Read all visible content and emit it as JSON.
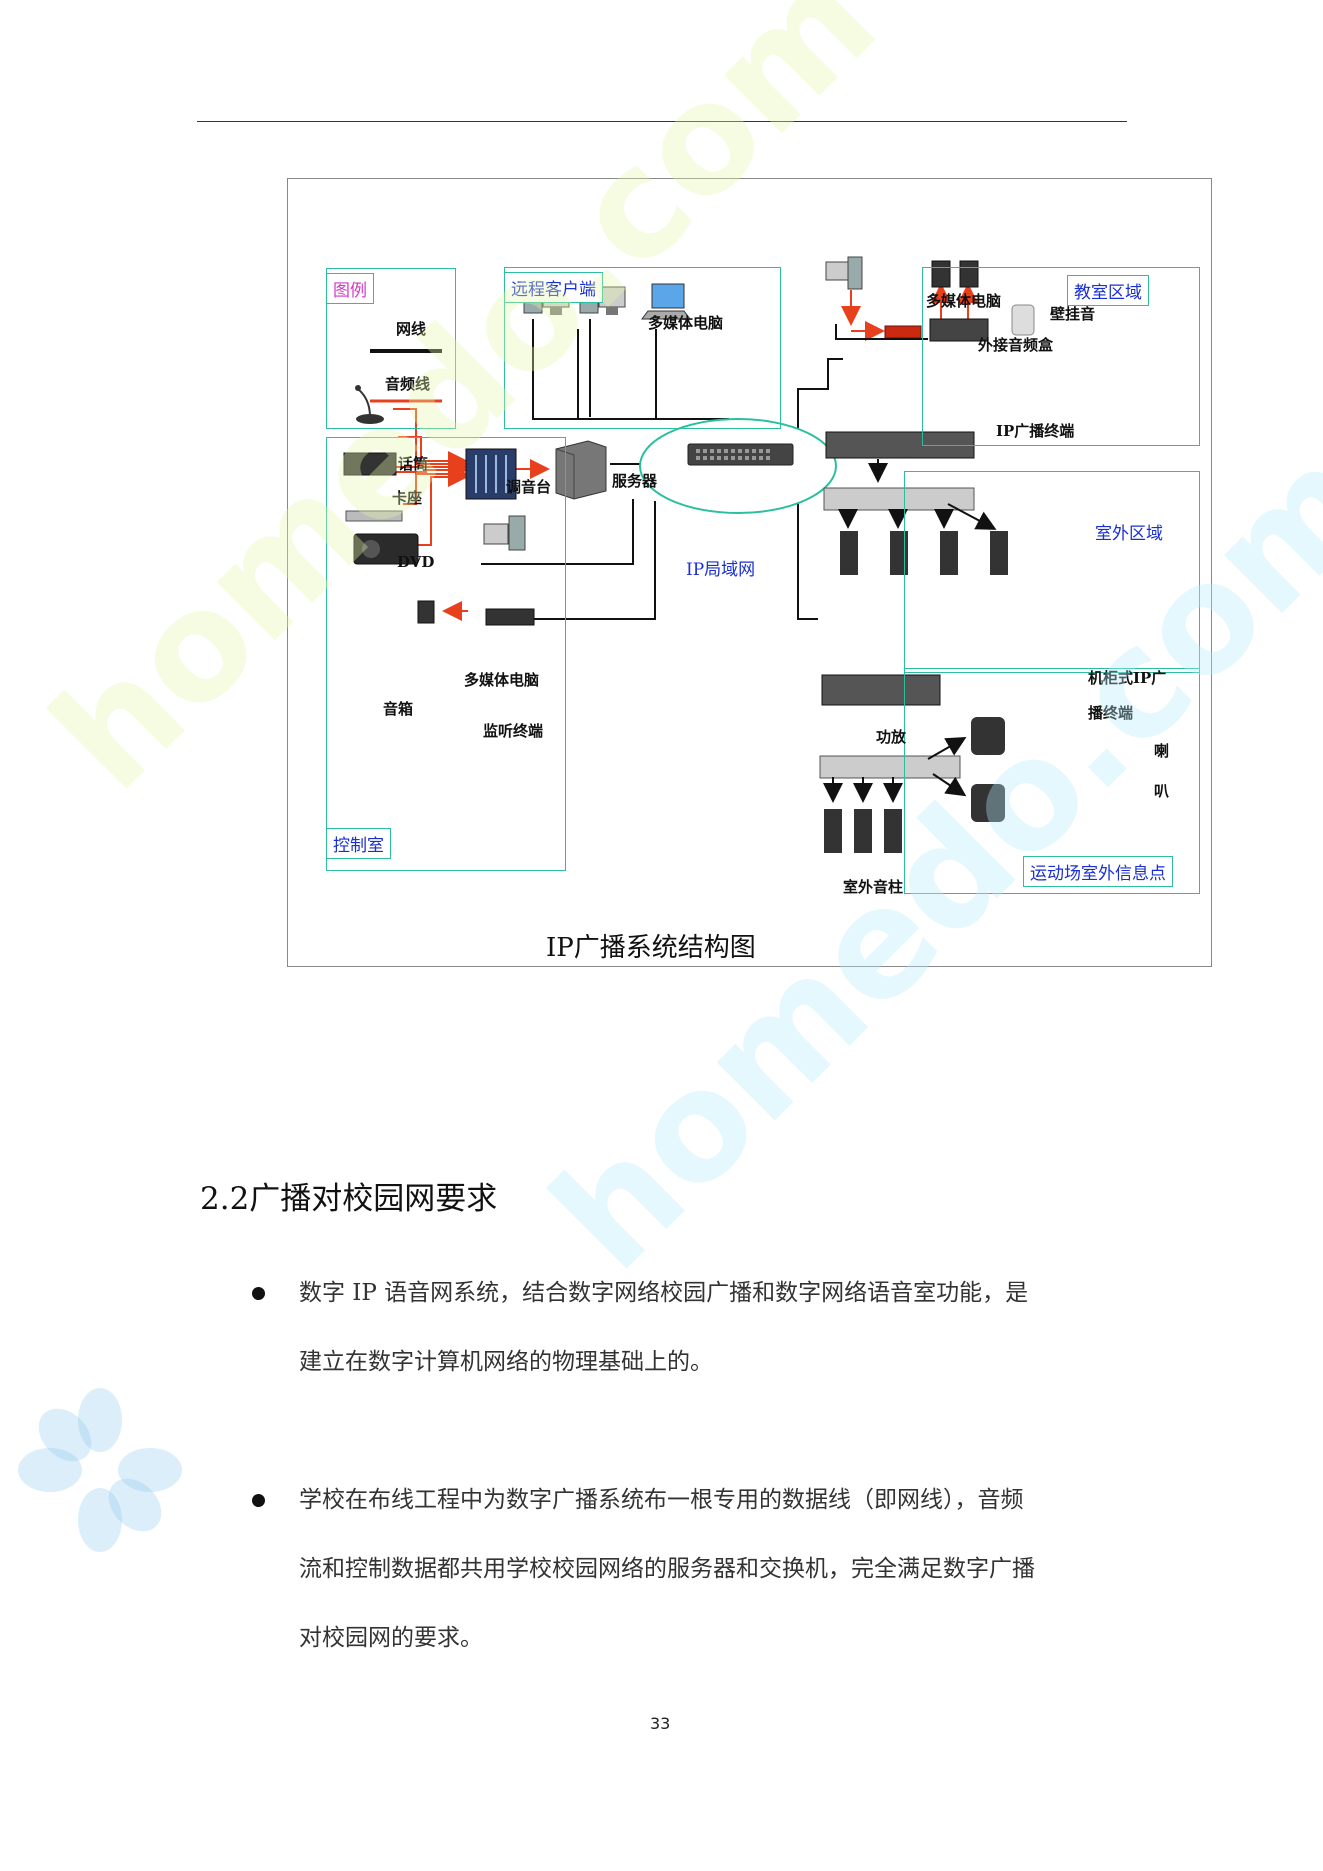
{
  "figure": {
    "legend": {
      "title": "图例",
      "net_line": "网线",
      "audio_line": "音频线"
    },
    "remote": {
      "title": "远程客户端",
      "pc": "多媒体电脑"
    },
    "classroom": {
      "title": "教室区域",
      "pc": "多媒体电脑",
      "wall_speaker": "壁挂音",
      "ext_box": "外接音频盒",
      "terminal": "IP广播终端"
    },
    "control": {
      "title": "控制室",
      "mic": "话筒",
      "deck": "卡座",
      "dvd": "DVD",
      "mixer": "调音台",
      "server": "服务器",
      "pc": "多媒体电脑",
      "speaker": "音箱",
      "monitor": "监听终端"
    },
    "lan": "IP局域网",
    "outdoor": {
      "title": "室外区域"
    },
    "field": {
      "title": "运动场室外信息点",
      "rack_line1": "机柜式IP广",
      "rack_line2": "播终端",
      "amp": "功放",
      "horn1": "喇",
      "horn2": "叭",
      "column": "室外音柱"
    },
    "caption": "IP广播系统结构图"
  },
  "section": {
    "title": "2.2广播对校园网要求",
    "bullets": [
      {
        "lines": [
          "数字 IP 语音网系统，结合数字网络校园广播和数字网络语音室功能，是",
          "建立在数字计算机网络的物理基础上的。"
        ]
      },
      {
        "lines": [
          "学校在布线工程中为数字广播系统布一根专用的数据线（即网线），音频",
          "流和控制数据都共用学校校园网络的服务器和交换机，完全满足数字广播",
          "对校园网的要求。"
        ]
      }
    ]
  },
  "page_number": "33",
  "colors": {
    "frame_teal": "#2bbf9f",
    "audio_red": "#e8401c",
    "label_blue": "#1a2fd1",
    "legend_magenta": "#d23ac9"
  }
}
